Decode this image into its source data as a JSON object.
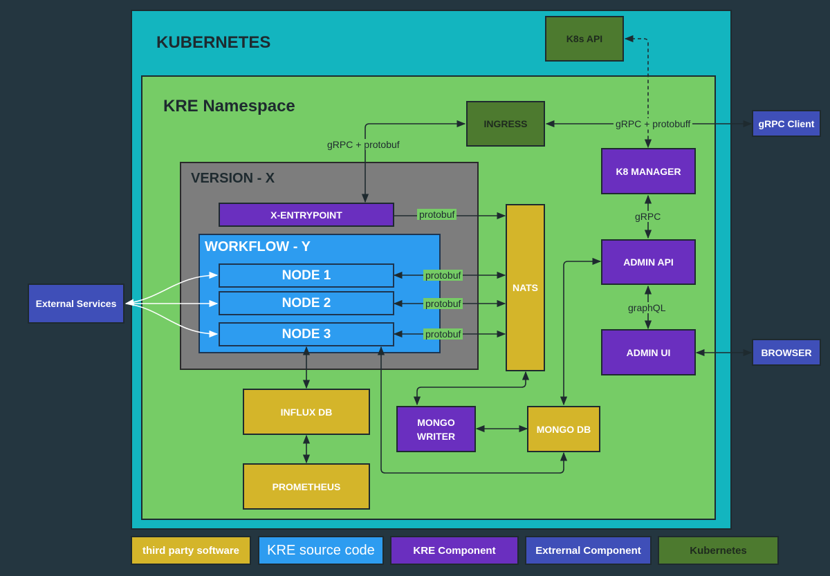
{
  "containers": {
    "kubernetes": "KUBERNETES",
    "namespace": "KRE Namespace",
    "version": "VERSION - X",
    "workflow": "WORKFLOW - Y"
  },
  "components": {
    "k8s_api": "K8s API",
    "ingress": "INGRESS",
    "grpc_client": "gRPC Client",
    "k8_manager": "K8 MANAGER",
    "x_entrypoint": "X-ENTRYPOINT",
    "nats": "NATS",
    "admin_api": "ADMIN API",
    "admin_ui": "ADMIN UI",
    "browser": "BROWSER",
    "node1": "NODE 1",
    "node2": "NODE 2",
    "node3": "NODE 3",
    "external_services": "External Services",
    "influx_db": "INFLUX DB",
    "prometheus": "PROMETHEUS",
    "mongo_writer_line1": "MONGO",
    "mongo_writer_line2": "WRITER",
    "mongo_db": "MONGO DB"
  },
  "edge_labels": {
    "grpc_protobuf_left": "gRPC + protobuf",
    "grpc_protobuff_right": "gRPC + protobuff",
    "protobuf_entry": "protobuf",
    "protobuf_node1": "protobuf",
    "protobuf_node2": "protobuf",
    "protobuf_node3": "protobuf",
    "grpc": "gRPC",
    "graphql": "graphQL"
  },
  "legend": {
    "third_party": "third party software",
    "kre_source": "KRE source code",
    "kre_component": "KRE Component",
    "external_component": "Extrernal Component",
    "kubernetes": "Kubernetes"
  },
  "colors": {
    "background": "#243640",
    "kubernetes_area": "#13b5bf",
    "namespace_area": "#76cc66",
    "version_area": "#7d7d7d",
    "kre_source": "#2d9cf0",
    "third_party": "#d4b52a",
    "kre_component": "#6a2fbf",
    "external_component": "#3f4fb8",
    "kubernetes": "#4d7a2f"
  }
}
